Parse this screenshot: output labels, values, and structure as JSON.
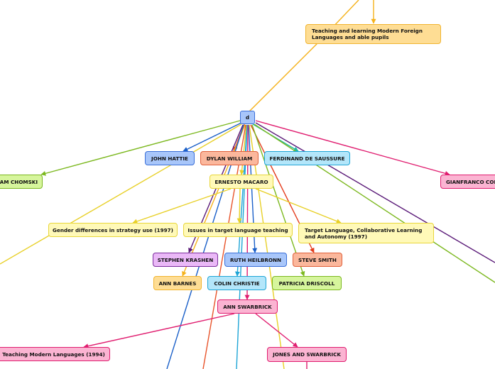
{
  "root": {
    "label": "d"
  },
  "top_note": {
    "label": "Teaching and learning Modern Foreign Languages and able pupils"
  },
  "nodes": {
    "john_hattie": "JOHN HATTIE",
    "dylan_william": "DYLAN WILLIAM",
    "ferdinand_de_saussure": "FERDINAND DE SAUSSURE",
    "noam_chomski": "NOAM CHOMSKI",
    "gianfranco": "GIANFRANCO CONTI",
    "ernesto_macaro": "ERNESTO MACARO",
    "gender_differences": "Gender differences in strategy use (1997)",
    "issues_target_language": "Issues in target language teaching",
    "target_language_collab": "Target Language, Collaborative Learning and Autonomy (1997)",
    "stephen_krashen": "STEPHEN KRASHEN",
    "ruth_heilbronn": "RUTH HEILBRONN",
    "steve_smith": "STEVE SMITH",
    "ann_barnes": "ANN BARNES",
    "colin_christie": "COLIN CHRISTIE",
    "patricia_driscoll": "PATRICIA DRISCOLL",
    "ann_swarbrick": "ANN SWARBRICK",
    "teaching_mfl_1994": "Teaching Modern Languages (1994)",
    "jones_and_swarbrick": "JONES AND SWARBRICK"
  },
  "colors": {
    "orange": "#f5b21b",
    "green": "#7cb81f",
    "blue": "#1a5fc8",
    "salmon": "#e8542b",
    "red": "#e43b1b",
    "cyan": "#1ea5d6",
    "yellow": "#e8d028",
    "purple": "#5a1a78",
    "pink": "#e01e70",
    "teal": "#1fb8a0"
  }
}
